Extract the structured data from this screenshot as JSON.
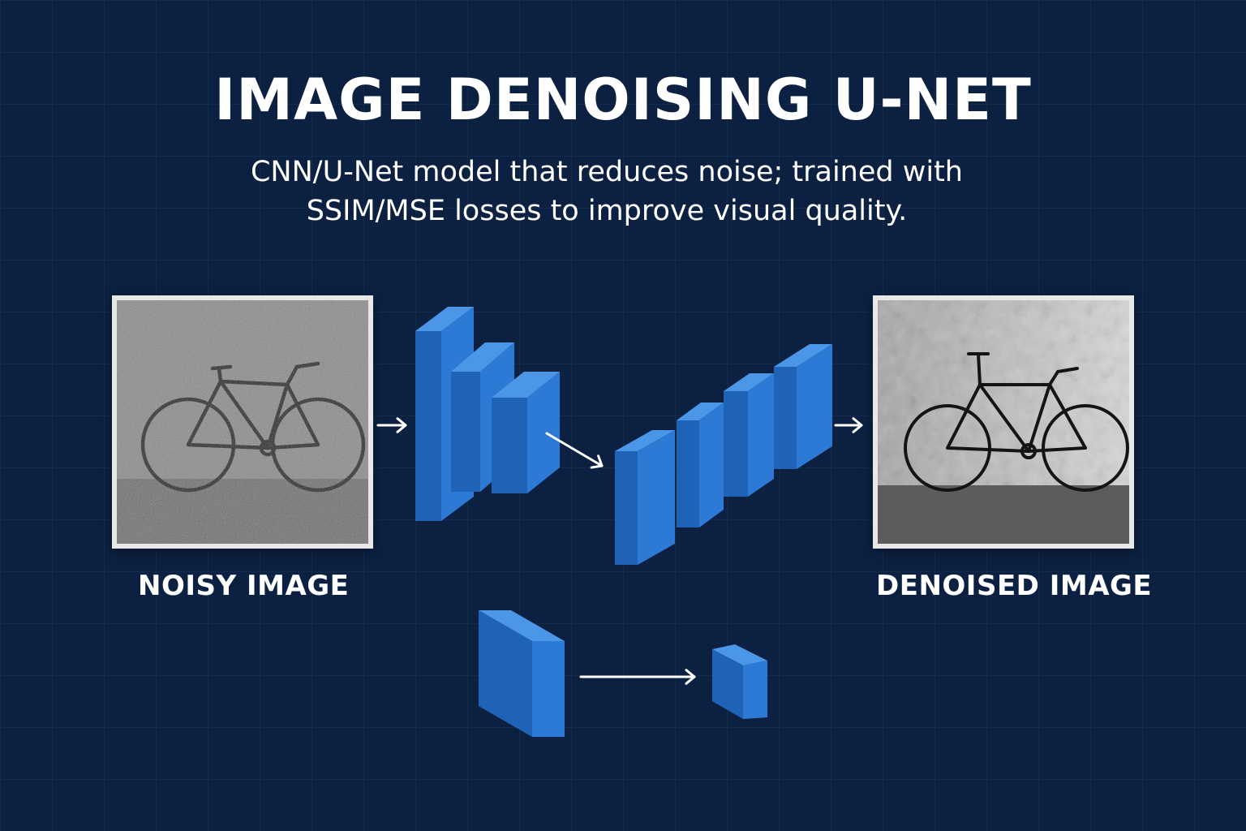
{
  "title": "IMAGE DENOISING U-NET",
  "subtitle": {
    "line1": "CNN/U-Net model that reduces noise; trained with",
    "line2": "SSIM/MSE losses to improve visual quality."
  },
  "input": {
    "caption": "NOISY IMAGE",
    "icon": "bicycle-photo-noisy"
  },
  "output": {
    "caption": "DENOISED IMAGE",
    "icon": "bicycle-photo-clean"
  },
  "colors": {
    "background": "#0c2142",
    "block_front": "#1f63b8",
    "block_top": "#4b96e6",
    "block_side": "#2d7ad6",
    "arrow": "#ffffff"
  }
}
